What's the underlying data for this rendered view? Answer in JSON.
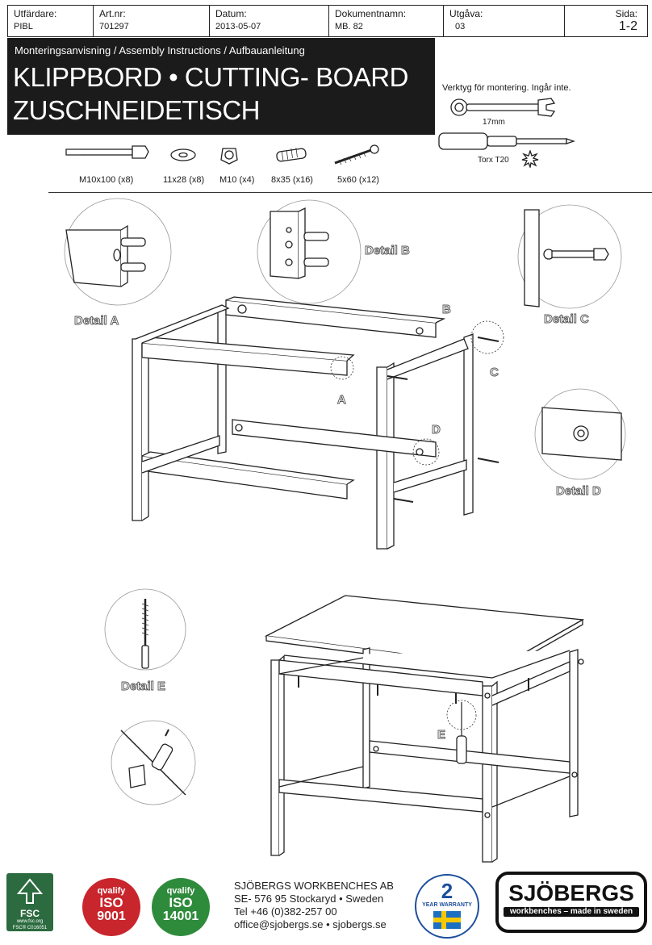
{
  "header": {
    "issuer": {
      "label": "Utfärdare:",
      "value": "PIBL"
    },
    "article": {
      "label": "Art.nr:",
      "value": "701297"
    },
    "date": {
      "label": "Datum:",
      "value": "2013-05-07"
    },
    "docname": {
      "label": "Dokumentnamn:",
      "value": "MB. 82"
    },
    "edition": {
      "label": "Utgåva:",
      "value": "03"
    },
    "page": {
      "label": "Sida:",
      "value": "1-2"
    }
  },
  "title": {
    "subtitle": "Monteringsanvisning / Assembly Instructions / Aufbauanleitung",
    "line1": "KLIPPBORD • CUTTING- BOARD",
    "line2": "ZUSCHNEIDETISCH"
  },
  "tools": {
    "heading": "Verktyg för montering. Ingår inte.",
    "wrench": "17mm",
    "screwdriver": "Torx T20"
  },
  "parts": [
    {
      "label": "M10x100 (x8)"
    },
    {
      "label": "11x28 (x8)"
    },
    {
      "label": "M10 (x4)"
    },
    {
      "label": "8x35 (x16)"
    },
    {
      "label": "5x60 (x12)"
    }
  ],
  "details": {
    "a": "Detail A",
    "b": "Detail B",
    "c": "Detail C",
    "d": "Detail D",
    "e": "Detail E"
  },
  "callouts": {
    "a": "A",
    "b": "B",
    "c": "C",
    "d": "D",
    "e": "E"
  },
  "company": {
    "name": "SJÖBERGS WORKBENCHES AB",
    "address": "SE- 576 95 Stockaryd • Sweden",
    "phone": "Tel +46 (0)382-257 00",
    "contact": "office@sjobergs.se • sjobergs.se"
  },
  "badges": {
    "fsc": "FSC",
    "fsc_sub": "www.fsc.org",
    "fsc_code": "FSC® C016051",
    "iso1_top": "qvalify",
    "iso1_mid": "ISO",
    "iso1_num": "9001",
    "iso2_top": "qvalify",
    "iso2_mid": "ISO",
    "iso2_num": "14001",
    "warranty_num": "2",
    "warranty_text": "YEAR WARRANTY",
    "brand": "SJÖBERGS",
    "brand_sub": "workbenches – made in sweden"
  },
  "colors": {
    "iso9001": "#c8252c",
    "iso14001": "#2e8b3b",
    "fsc": "#2c6b3f",
    "warranty_blue": "#1d4f9c",
    "title_bg": "#1b1b1b"
  }
}
